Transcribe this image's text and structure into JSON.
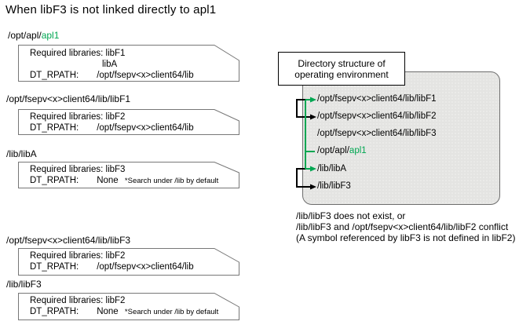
{
  "title": "When libF3 is not linked directly to apl1",
  "colors": {
    "accent_green": "#00A651",
    "text": "#000000",
    "note_box_border": "#777777",
    "panel_fill": "#E4E4E2",
    "panel_border": "#6E6E6E"
  },
  "left_column": {
    "blocks": [
      {
        "heading_prefix": "/opt/apl/",
        "heading_highlight": "apl1",
        "required_label": "Required libraries:",
        "required_first": "libF1",
        "required_second": "libA",
        "rpath_label": "DT_RPATH:",
        "rpath_value": "/opt/fsepv<x>client64/lib"
      },
      {
        "heading": "/opt/fsepv<x>client64/lib/libF1",
        "required_label": "Required libraries:",
        "required_first": "libF2",
        "rpath_label": "DT_RPATH:",
        "rpath_value": "/opt/fsepv<x>client64/lib"
      },
      {
        "heading": "/lib/libA",
        "required_label": "Required libraries:",
        "required_first": "libF3",
        "rpath_label": "DT_RPATH:",
        "rpath_value": "None",
        "rpath_note": "*Search under /lib by default"
      },
      {
        "heading": "/opt/fsepv<x>client64/lib/libF3",
        "required_label": "Required libraries:",
        "required_first": "libF2",
        "rpath_label": "DT_RPATH:",
        "rpath_value": "/opt/fsepv<x>client64/lib"
      },
      {
        "heading": "/lib/libF3",
        "required_label": "Required libraries:",
        "required_first": "libF2",
        "rpath_label": "DT_RPATH:",
        "rpath_value": "None",
        "rpath_note": "*Search under /lib by default"
      }
    ]
  },
  "right_panel": {
    "callout_line1": "Directory structure of",
    "callout_line2": "operating environment",
    "tree": {
      "row1": "/opt/fsepv<x>client64/lib/libF1",
      "row2": "/opt/fsepv<x>client64/lib/libF2",
      "row3": "/opt/fsepv<x>client64/lib/libF3",
      "row4_prefix": "/opt/apl/",
      "row4_highlight": "apl1",
      "row5": "/lib/libA",
      "row6": "/lib/libF3"
    },
    "footnote_line1": "/lib/libF3 does not exist, or",
    "footnote_line2": "/lib/libF3 and /opt/fsepv<x>client64/lib/libF2 conflict",
    "footnote_line3": "(A symbol referenced by libF3 is not defined in libF2)"
  }
}
